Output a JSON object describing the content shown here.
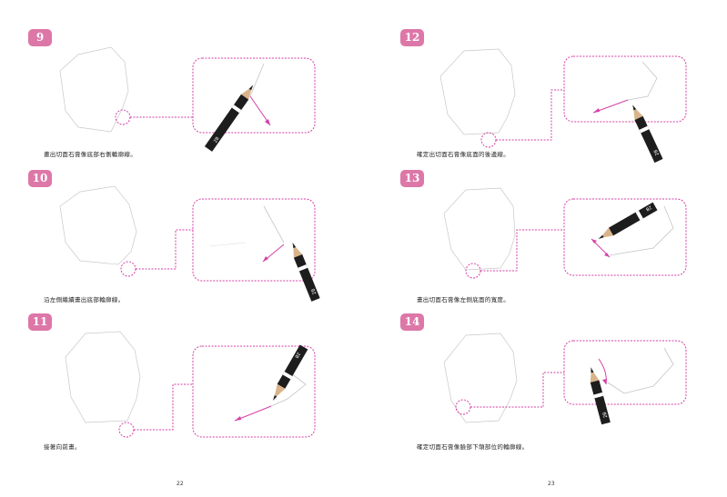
{
  "pages": [
    {
      "page_number": "22",
      "steps": [
        {
          "number": "9",
          "caption": "畫出切面石膏像底部右側輪廓線。"
        },
        {
          "number": "10",
          "caption": "沿左側繼續畫出底部輪廓線。"
        },
        {
          "number": "11",
          "caption": "接著向前畫。"
        }
      ]
    },
    {
      "page_number": "23",
      "steps": [
        {
          "number": "12",
          "caption": "確定出切面石膏像底面的後邊線。"
        },
        {
          "number": "13",
          "caption": "畫出切面石膏像左側底面的寬度。"
        },
        {
          "number": "14",
          "caption": "確定切面石膏像臉部下頜部位的輪廓線。"
        }
      ]
    }
  ],
  "pencil_label": "2B",
  "colors": {
    "accent": "#dd77a8",
    "callout": "#d63fa6",
    "sketch": "#c4c4c4",
    "pencil_body": "#1d1d1d"
  }
}
